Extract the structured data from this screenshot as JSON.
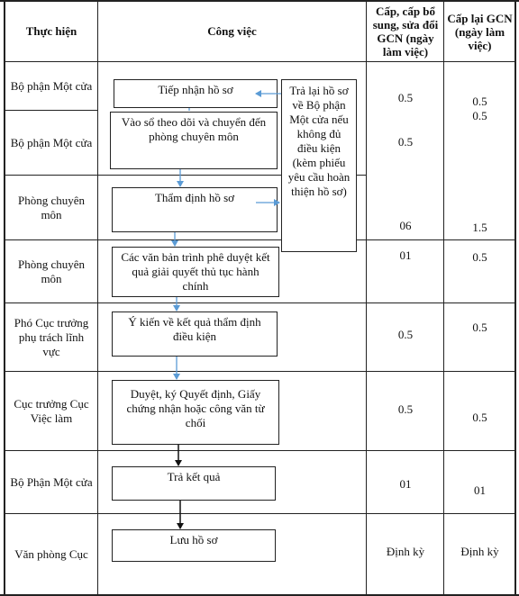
{
  "headers": {
    "actor": "Thực hiện",
    "task": "Công việc",
    "issue": "Cấp, cấp bổ sung, sửa đổi GCN (ngày làm việc)",
    "reissue": "Cấp lại GCN (ngày làm việc)"
  },
  "rows": [
    {
      "actor": "Bộ phận Một cửa",
      "task": "Tiếp nhận hồ sơ",
      "issue": "0.5",
      "reissue": "0.5"
    },
    {
      "actor": "Bộ phận Một cửa",
      "task": "Vào sổ theo dõi và chuyển đến phòng chuyên môn",
      "issue": "0.5",
      "reissue": "0.5"
    },
    {
      "actor": "Phòng chuyên môn",
      "task": "Thẩm định hồ sơ",
      "issue": "06",
      "reissue": "1.5"
    },
    {
      "actor": "Phòng chuyên môn",
      "task": "Các văn bản trình phê duyệt kết quả giải quyết thủ tục hành chính",
      "issue": "01",
      "reissue": "0.5"
    },
    {
      "actor": "Phó Cục trưởng phụ trách lĩnh vực",
      "task": "Ý kiến về kết quả thẩm định điều kiện",
      "issue": "0.5",
      "reissue": "0.5"
    },
    {
      "actor": "Cục trưởng Cục Việc làm",
      "task": "Duyệt, ký Quyết định, Giấy chứng nhận hoặc công văn từ chối",
      "issue": "0.5",
      "reissue": "0.5"
    },
    {
      "actor": "Bộ Phận Một cửa",
      "task": "Trả kết quả",
      "issue": "01",
      "reissue": "01"
    },
    {
      "actor": "Văn phòng Cục",
      "task": "Lưu hồ sơ",
      "issue": "Định kỳ",
      "reissue": "Định kỳ"
    }
  ],
  "return_note": "Trả lại hồ sơ về Bộ phận Một cửa nếu không đủ điều kiện (kèm phiếu yêu cầu hoàn thiện hồ sơ)"
}
